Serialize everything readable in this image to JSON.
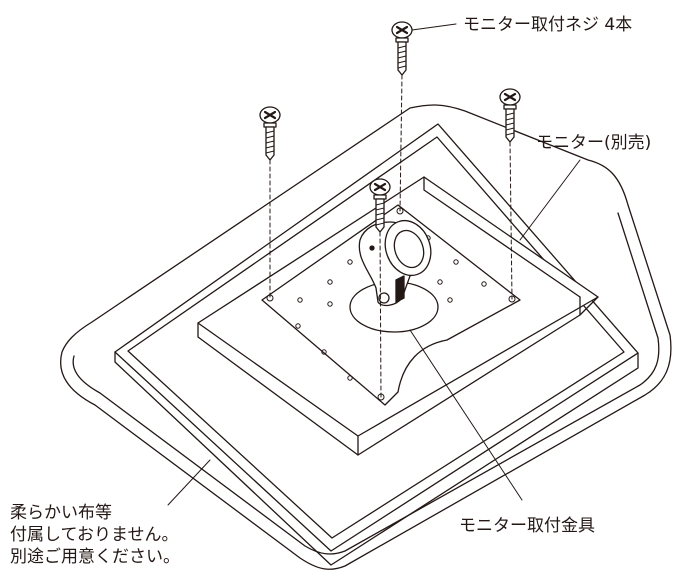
{
  "labels": {
    "screws": "モニター取付ネジ 4本",
    "monitor": "モニター(別売)",
    "bracket": "モニター取付金具",
    "cloth": [
      "柔らかい布等",
      "付属しておりません。",
      "別途ご用意ください。"
    ]
  },
  "colors": {
    "line": "#231815",
    "background": "#ffffff"
  },
  "icons": {
    "screw": "phillips-screw-icon"
  }
}
